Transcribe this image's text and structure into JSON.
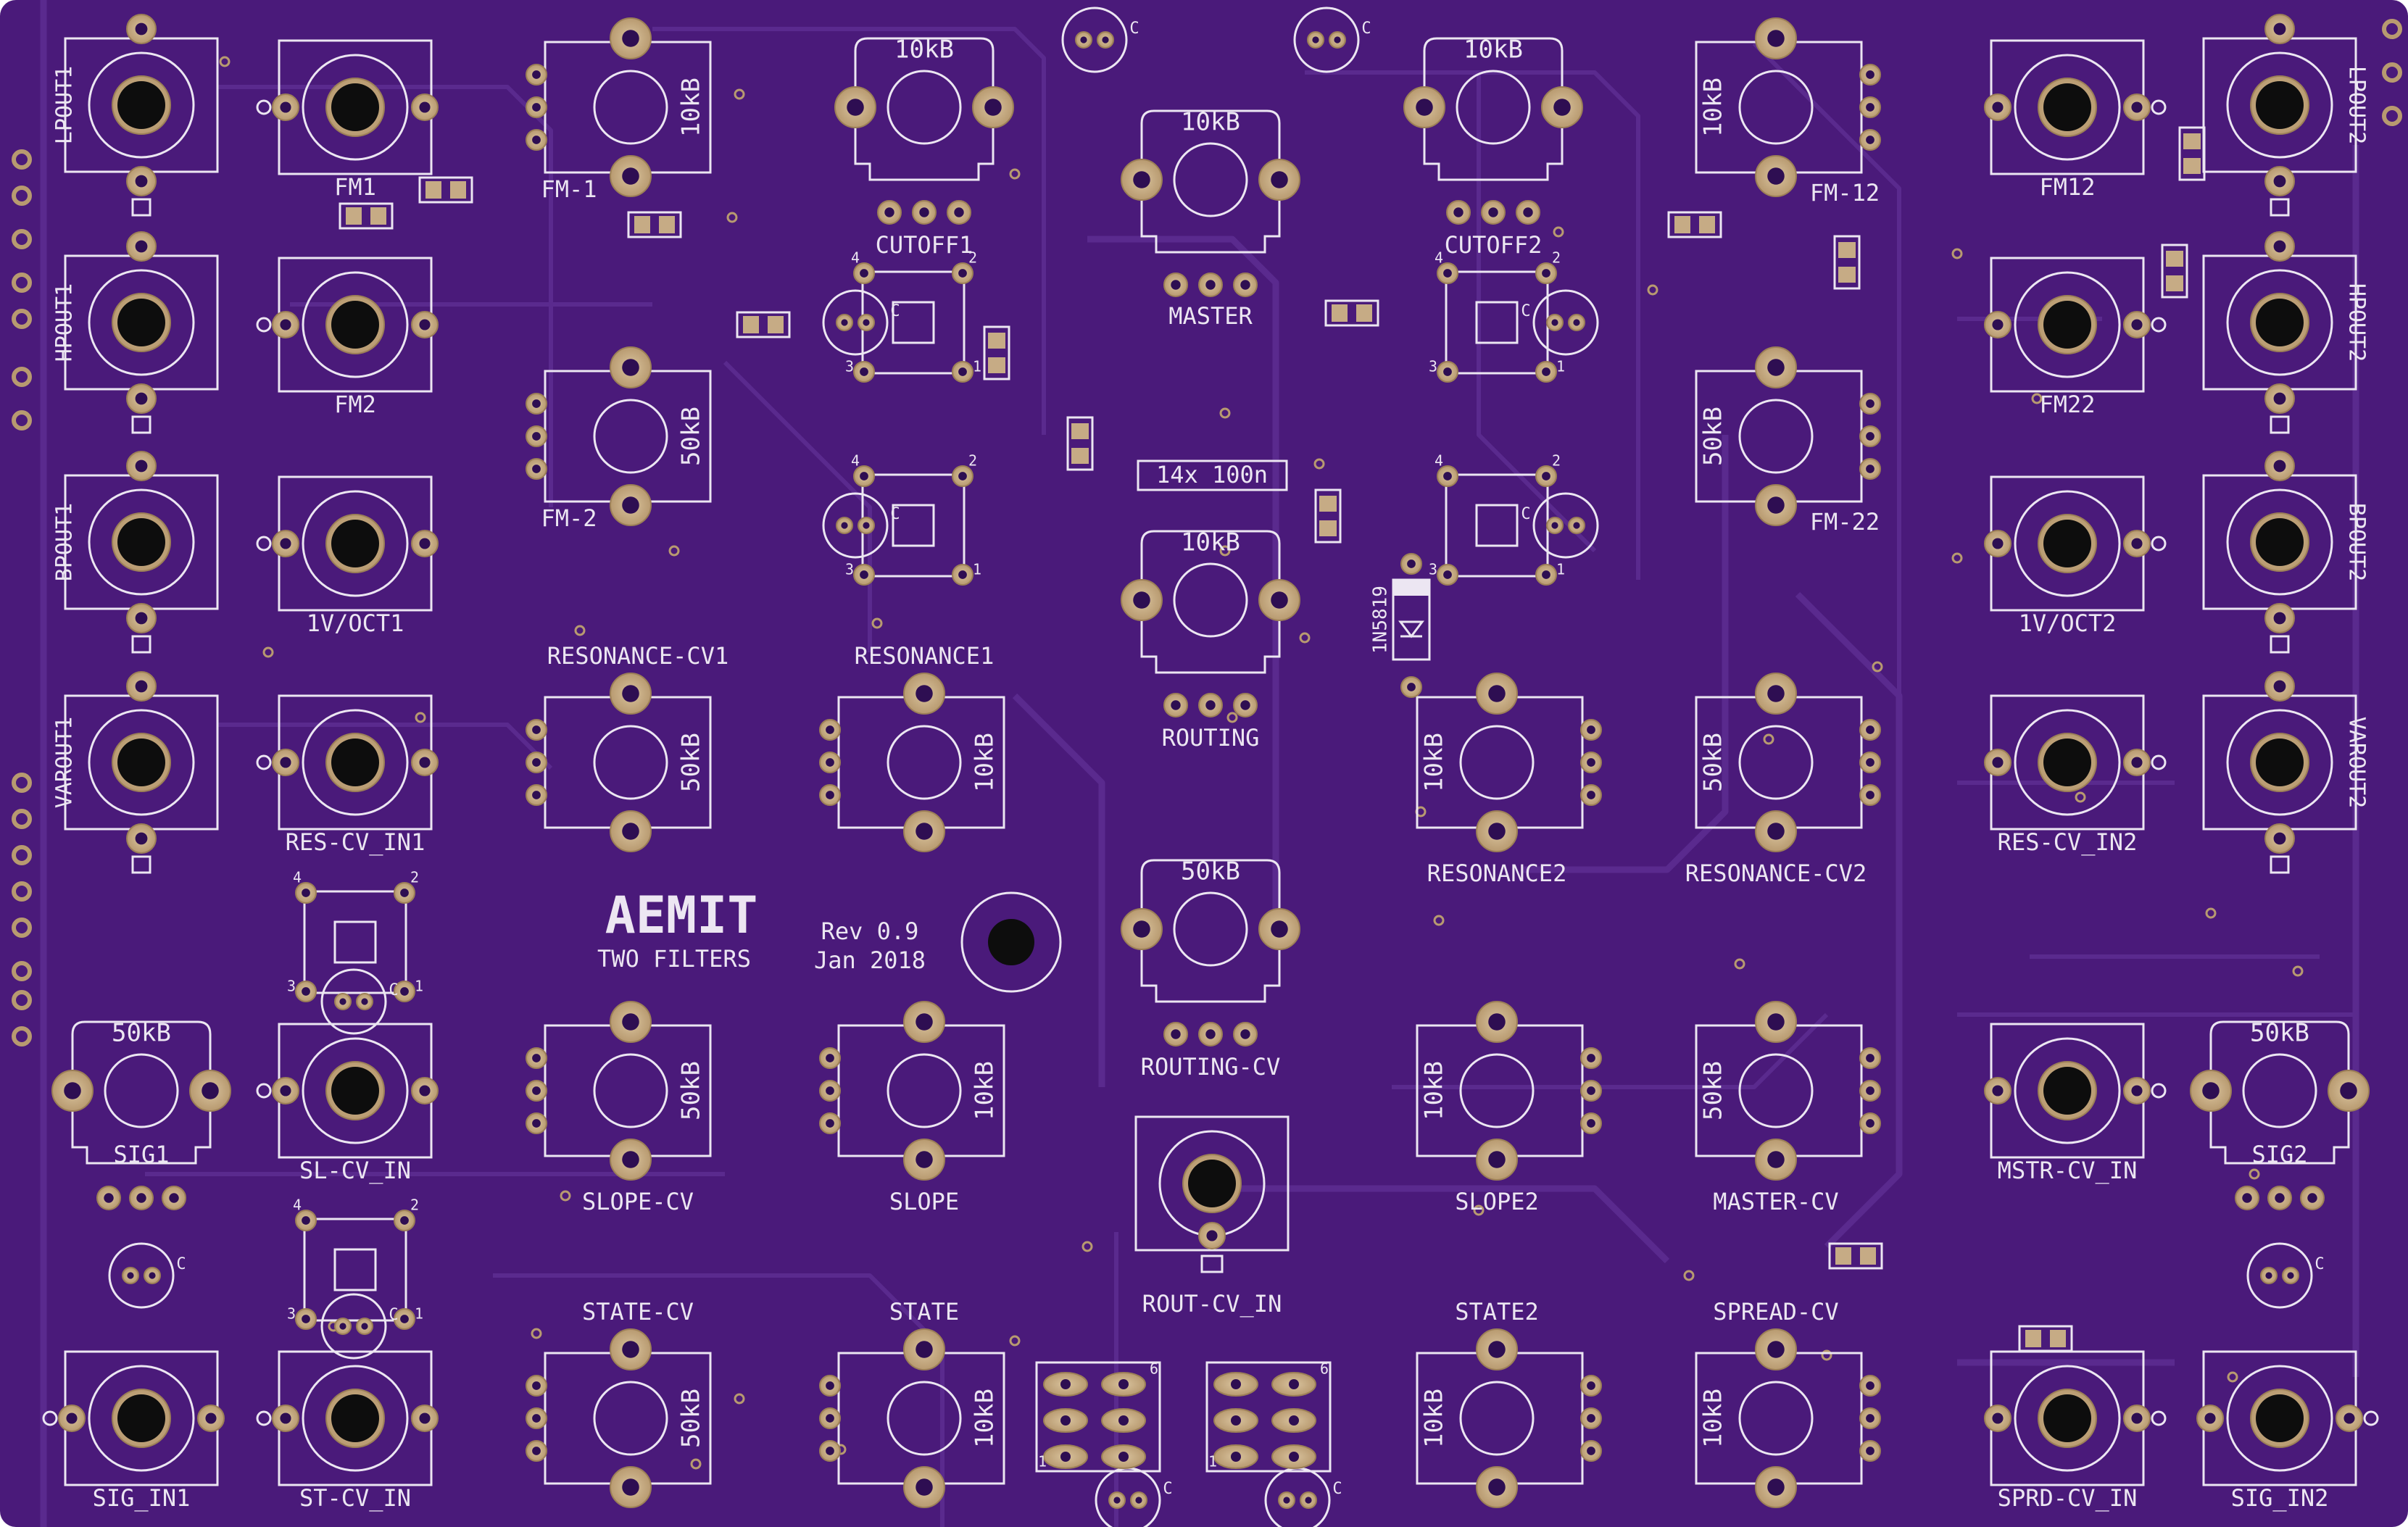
{
  "board": {
    "colors": {
      "substrate": "#4a1a7a",
      "silk": "#ece6f2",
      "copper": "#c6ab85",
      "drill": "#0d0d0d",
      "trace": "#5a2a8e",
      "pad_inner": "#2e0e52"
    },
    "branding": {
      "logo": "AEMIT",
      "product": "TWO FILTERS",
      "rev": "Rev 0.9",
      "date": "Jan 2018"
    },
    "jacks": [
      {
        "id": "lpout1",
        "label": "LPOUT1",
        "orient": "v",
        "mirror": false
      },
      {
        "id": "hpout1",
        "label": "HPOUT1",
        "orient": "v",
        "mirror": false
      },
      {
        "id": "bpout1",
        "label": "BPOUT1",
        "orient": "v",
        "mirror": false
      },
      {
        "id": "varout1",
        "label": "VAROUT1",
        "orient": "v",
        "mirror": false
      },
      {
        "id": "lpout2",
        "label": "LPOUT2",
        "orient": "v",
        "mirror": true
      },
      {
        "id": "hpout2",
        "label": "HPOUT2",
        "orient": "v",
        "mirror": true
      },
      {
        "id": "bpout2",
        "label": "BPOUT2",
        "orient": "v",
        "mirror": true
      },
      {
        "id": "varout2",
        "label": "VAROUT2",
        "orient": "v",
        "mirror": true
      },
      {
        "id": "fm1",
        "label": "FM1",
        "orient": "h",
        "mirror": false
      },
      {
        "id": "fm2",
        "label": "FM2",
        "orient": "h",
        "mirror": false
      },
      {
        "id": "v1oct1",
        "label": "1V/OCT1",
        "orient": "h",
        "mirror": false
      },
      {
        "id": "rescv1",
        "label": "RES-CV_IN1",
        "orient": "h",
        "mirror": false
      },
      {
        "id": "slcv",
        "label": "SL-CV_IN",
        "orient": "h",
        "mirror": false
      },
      {
        "id": "stcv",
        "label": "ST-CV_IN",
        "orient": "h",
        "mirror": false
      },
      {
        "id": "sigin1",
        "label": "SIG_IN1",
        "orient": "h",
        "mirror": false
      },
      {
        "id": "fm12",
        "label": "FM12",
        "orient": "h",
        "mirror": true
      },
      {
        "id": "fm22",
        "label": "FM22",
        "orient": "h",
        "mirror": true
      },
      {
        "id": "v1oct2",
        "label": "1V/OCT2",
        "orient": "h",
        "mirror": true
      },
      {
        "id": "rescv2",
        "label": "RES-CV_IN2",
        "orient": "h",
        "mirror": true
      },
      {
        "id": "mstrcv",
        "label": "MSTR-CV_IN",
        "orient": "h",
        "mirror": true
      },
      {
        "id": "sprdcv",
        "label": "SPRD-CV_IN",
        "orient": "h",
        "mirror": true
      },
      {
        "id": "sigin2",
        "label": "SIG_IN2",
        "orient": "h",
        "mirror": true
      },
      {
        "id": "routcv",
        "label": "ROUT-CV_IN",
        "orient": "d",
        "mirror": false
      }
    ],
    "pots": [
      {
        "id": "fm_1",
        "label": "FM-1",
        "value": "10kB"
      },
      {
        "id": "fm_2",
        "label": "FM-2",
        "value": "50kB"
      },
      {
        "id": "fm_12",
        "label": "FM-12",
        "value": "10kB"
      },
      {
        "id": "fm_22",
        "label": "FM-22",
        "value": "50kB"
      },
      {
        "id": "cutoff1",
        "label": "CUTOFF1",
        "value": "10kB"
      },
      {
        "id": "cutoff2",
        "label": "CUTOFF2",
        "value": "10kB"
      },
      {
        "id": "master",
        "label": "MASTER",
        "value": "10kB"
      },
      {
        "id": "routing",
        "label": "ROUTING",
        "value": "10kB"
      },
      {
        "id": "routingcv",
        "label": "ROUTING-CV",
        "value": "50kB"
      },
      {
        "id": "rescv1p",
        "label": "RESONANCE-CV1",
        "value": "50kB"
      },
      {
        "id": "res1",
        "label": "RESONANCE1",
        "value": "10kB"
      },
      {
        "id": "res2",
        "label": "RESONANCE2",
        "value": "10kB"
      },
      {
        "id": "rescv2p",
        "label": "RESONANCE-CV2",
        "value": "50kB"
      },
      {
        "id": "slopecv",
        "label": "SLOPE-CV",
        "value": "50kB"
      },
      {
        "id": "slope",
        "label": "SLOPE",
        "value": "10kB"
      },
      {
        "id": "slope2",
        "label": "SLOPE2",
        "value": "10kB"
      },
      {
        "id": "mastercv",
        "label": "MASTER-CV",
        "value": "50kB"
      },
      {
        "id": "statecv",
        "label": "STATE-CV",
        "value": "50kB"
      },
      {
        "id": "state",
        "label": "STATE",
        "value": "10kB"
      },
      {
        "id": "state2",
        "label": "STATE2",
        "value": "10kB"
      },
      {
        "id": "spreadcv",
        "label": "SPREAD-CV",
        "value": "10kB"
      },
      {
        "id": "sig1",
        "label": "SIG1",
        "value": "50kB"
      },
      {
        "id": "sig2",
        "label": "SIG2",
        "value": "50kB"
      }
    ],
    "misc": {
      "caps_label": "14x 100n",
      "diode_label": "1N5819",
      "cap_marker": "C",
      "pin1": "1",
      "pin2": "2",
      "pin3": "3",
      "pin4": "4",
      "pin6": "6"
    }
  }
}
